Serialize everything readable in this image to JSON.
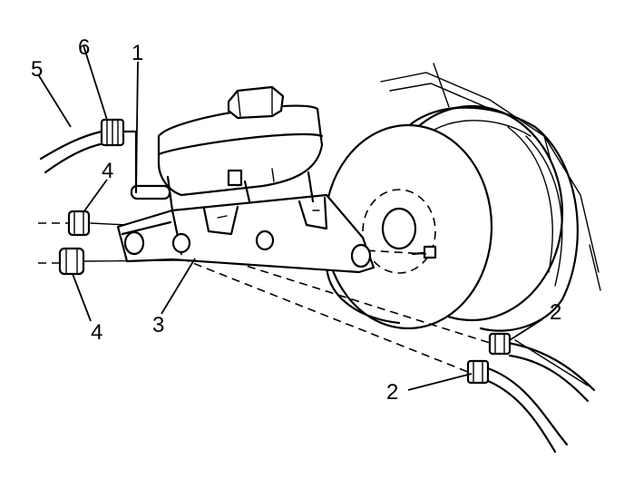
{
  "diagram": {
    "callouts": [
      {
        "id": "callout-1",
        "label": "1"
      },
      {
        "id": "callout-2a",
        "label": "2"
      },
      {
        "id": "callout-2b",
        "label": "2"
      },
      {
        "id": "callout-3",
        "label": "3"
      },
      {
        "id": "callout-4a",
        "label": "4"
      },
      {
        "id": "callout-4b",
        "label": "4"
      },
      {
        "id": "callout-5",
        "label": "5"
      },
      {
        "id": "callout-6",
        "label": "6"
      }
    ]
  },
  "colors": {
    "ink": "#000000",
    "background": "#ffffff"
  }
}
